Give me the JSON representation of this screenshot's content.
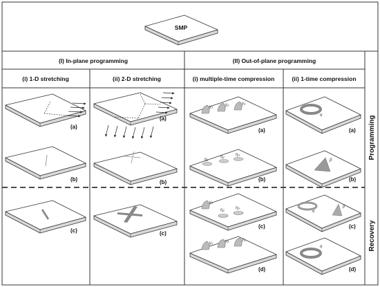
{
  "top_label": "SMP",
  "section_in_plane": "(I) In-plane programming",
  "section_out_plane": "(II) Out-of-plane programming",
  "col_1d": "(i) 1-D stretching",
  "col_2d": "(ii) 2-D stretching",
  "col_multi": "(i) multiple-time compression",
  "col_once": "(ii) 1-time compression",
  "row_programming": "Programming",
  "row_recovery": "Recovery",
  "panel_labels": {
    "a": "(a)",
    "b": "(b)",
    "c": "(c)",
    "d": "(d)"
  },
  "symbols": {
    "gamma1": "γ₁",
    "gamma2": "γ₂",
    "gamma3": "γ₃",
    "eta1": "η₁",
    "eta2": "η₂",
    "eta3": "η₃",
    "alpha": "α",
    "beta": "β"
  },
  "colors": {
    "border": "#333333",
    "plate_top": "#ffffff",
    "plate_side": "#d9d9d9",
    "mark": "#8c8c8c"
  }
}
